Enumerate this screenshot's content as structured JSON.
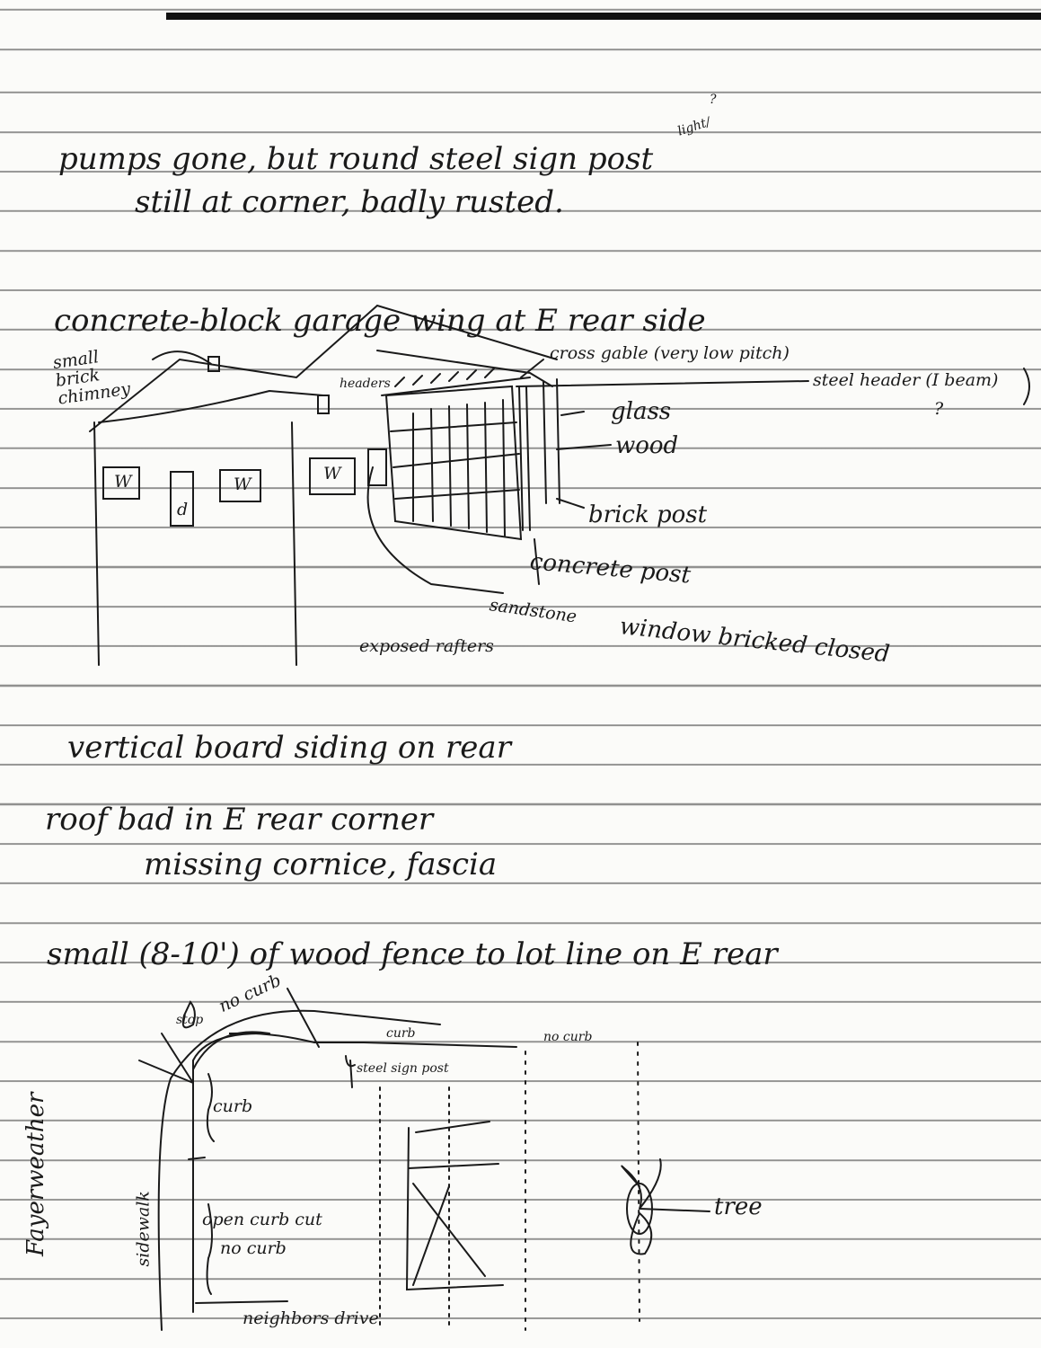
{
  "notes": {
    "line1": "pumps gone, but round steel sign post",
    "line1_insert": "light/",
    "line1_insert_mark": "?",
    "line2": "still at corner, badly rusted.",
    "line3": "concrete-block garage wing at E rear side",
    "line4": "vertical board siding on rear",
    "line5": "roof bad in E rear corner",
    "line6": "missing cornice, fascia",
    "line7": "small (8-10') of wood fence to lot line on E rear"
  },
  "garage_sketch": {
    "chimney_label": "small brick chimney",
    "headers": "headers",
    "cross_gable": "cross gable (very low pitch)",
    "steel_header": "steel header (I beam)",
    "steel_header_mark": "?",
    "glass": "glass",
    "wood": "wood",
    "brick_post": "brick post",
    "concrete_post": "concrete post",
    "sandstone": "sandstone",
    "window_bricked": "window bricked closed",
    "exposed_rafters": "exposed rafters",
    "window_marks": [
      "W",
      "W",
      "W"
    ],
    "door_mark": "d"
  },
  "site_map": {
    "stop": "stop",
    "no_curb_corner": "no curb",
    "curb_top": "curb",
    "no_curb_right": "no curb",
    "steel_sign_post": "steel sign post",
    "curb_left": "curb",
    "street": "Fayerweather",
    "sidewalk": "sidewalk",
    "open_curb_cut": "open curb cut",
    "no_curb_lower": "no curb",
    "neighbors_drive": "neighbors drive",
    "tree": "tree"
  }
}
